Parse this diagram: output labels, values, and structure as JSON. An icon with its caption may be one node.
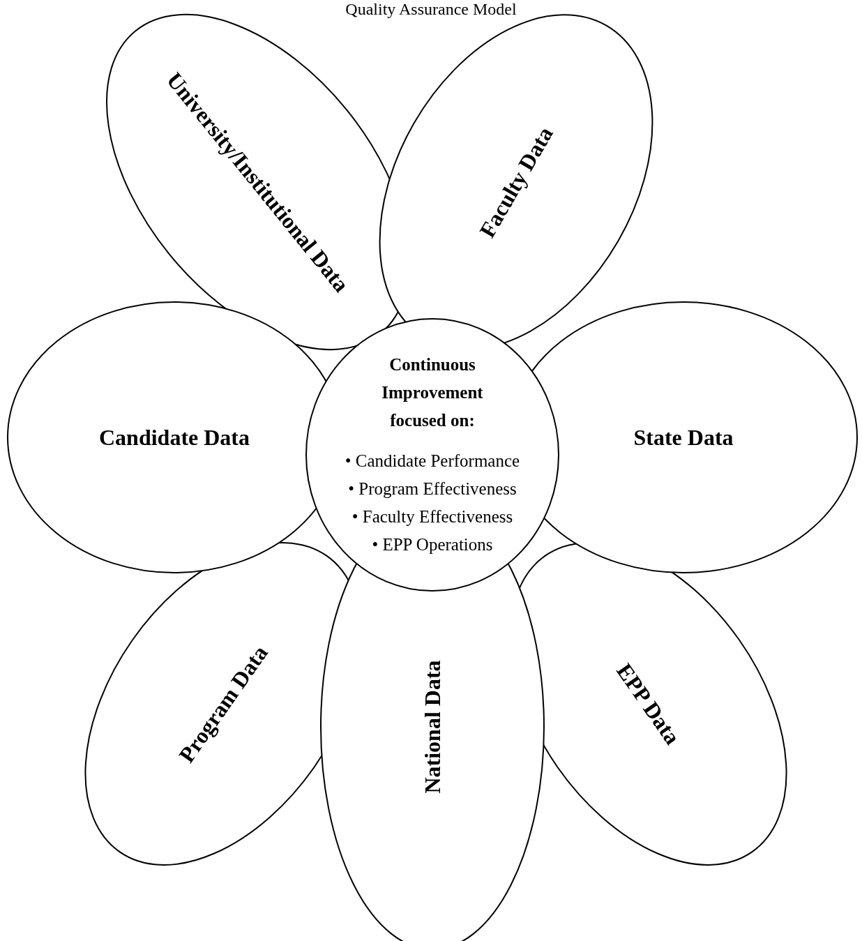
{
  "diagram": {
    "title": "Quality Assurance Model",
    "nodes": [
      {
        "text": [
          "University/Institutional Data"
        ]
      },
      {
        "text": [
          "Faculty Data"
        ]
      },
      {
        "text": [
          "Candidate Data"
        ]
      },
      {
        "text": [
          "Continuous Improvement focused on:",
          "• Candidate Performance",
          "• Program Effectiveness",
          "• Faculty Effectiveness",
          "• EPP Operations"
        ]
      },
      {
        "text": [
          "State Data"
        ]
      },
      {
        "text": [
          "Program Data"
        ]
      },
      {
        "text": [
          "National Data"
        ]
      },
      {
        "text": [
          "EPP Data"
        ]
      }
    ]
  }
}
